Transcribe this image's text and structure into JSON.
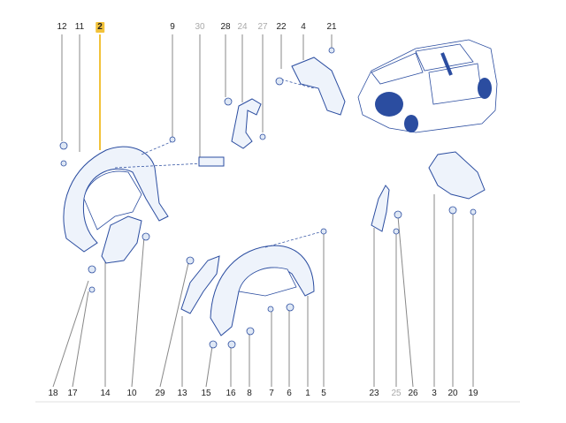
{
  "diagram": {
    "highlighted_label": "2",
    "top_labels": [
      {
        "text": "12",
        "state": "normal"
      },
      {
        "text": "11",
        "state": "normal"
      },
      {
        "text": "2",
        "state": "highlighted"
      },
      {
        "text": "9",
        "state": "normal"
      },
      {
        "text": "30",
        "state": "grey"
      },
      {
        "text": "28",
        "state": "normal"
      },
      {
        "text": "24",
        "state": "grey"
      },
      {
        "text": "27",
        "state": "grey"
      },
      {
        "text": "22",
        "state": "normal"
      },
      {
        "text": "4",
        "state": "normal"
      },
      {
        "text": "21",
        "state": "normal"
      }
    ],
    "bottom_labels": [
      {
        "text": "18",
        "state": "normal"
      },
      {
        "text": "17",
        "state": "normal"
      },
      {
        "text": "14",
        "state": "normal"
      },
      {
        "text": "10",
        "state": "normal"
      },
      {
        "text": "29",
        "state": "normal"
      },
      {
        "text": "13",
        "state": "normal"
      },
      {
        "text": "15",
        "state": "normal"
      },
      {
        "text": "16",
        "state": "normal"
      },
      {
        "text": "8",
        "state": "normal"
      },
      {
        "text": "7",
        "state": "normal"
      },
      {
        "text": "6",
        "state": "normal"
      },
      {
        "text": "1",
        "state": "normal"
      },
      {
        "text": "5",
        "state": "normal"
      },
      {
        "text": "23",
        "state": "normal"
      },
      {
        "text": "25",
        "state": "grey"
      },
      {
        "text": "26",
        "state": "normal"
      },
      {
        "text": "3",
        "state": "normal"
      },
      {
        "text": "20",
        "state": "normal"
      },
      {
        "text": "19",
        "state": "normal"
      }
    ],
    "colors": {
      "line": "#2b4da0",
      "highlight": "#f2c23a",
      "grey_label": "#aaaaaa"
    }
  }
}
